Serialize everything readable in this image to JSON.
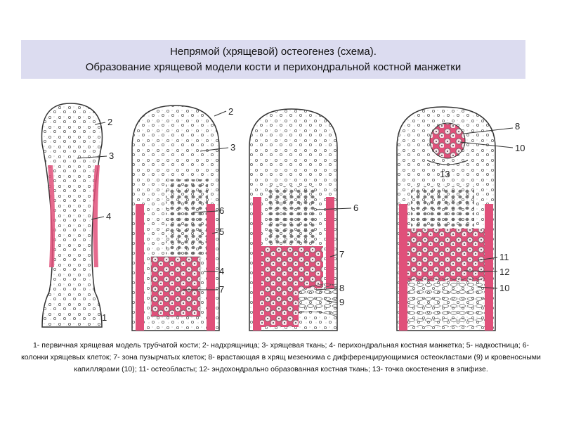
{
  "title": {
    "line1": "Непрямой (хрящевой) остеогенез (схема).",
    "line2": "Образование хрящевой модели кости и перихондральной костной манжетки"
  },
  "caption": "1- первичная хрящевая модель трубчатой кости; 2- надхрящница; 3- хрящевая ткань; 4- перихондральная костная манжетка; 5- надкостница; 6- колонки хрящевых клеток; 7- зона пузырчатых клеток; 8- врастающая в хрящ мезенхима с дифференцирующимися остеокластами (9) и кровеносными капиллярами (10); 11- остеобласты; 12- эндохондрально образованная костная ткань; 13- точка окостенения в эпифизе.",
  "colors": {
    "bone": "#e0507a",
    "cartilage_bg": "#f3f3f3",
    "title_bg": "#dcdcf0"
  },
  "labels": {
    "s1": {
      "n2": "2",
      "n3": "3",
      "n4": "4",
      "n1": "1"
    },
    "s2": {
      "n2": "2",
      "n3": "3",
      "n6": "6",
      "n5": "5",
      "n4": "4",
      "n7": "7"
    },
    "s3": {
      "n6": "6",
      "n7": "7",
      "n8": "8",
      "n9": "9"
    },
    "s4": {
      "n8": "8",
      "n10a": "10",
      "n13": "13",
      "n11": "11",
      "n12": "12",
      "n10b": "10"
    }
  }
}
